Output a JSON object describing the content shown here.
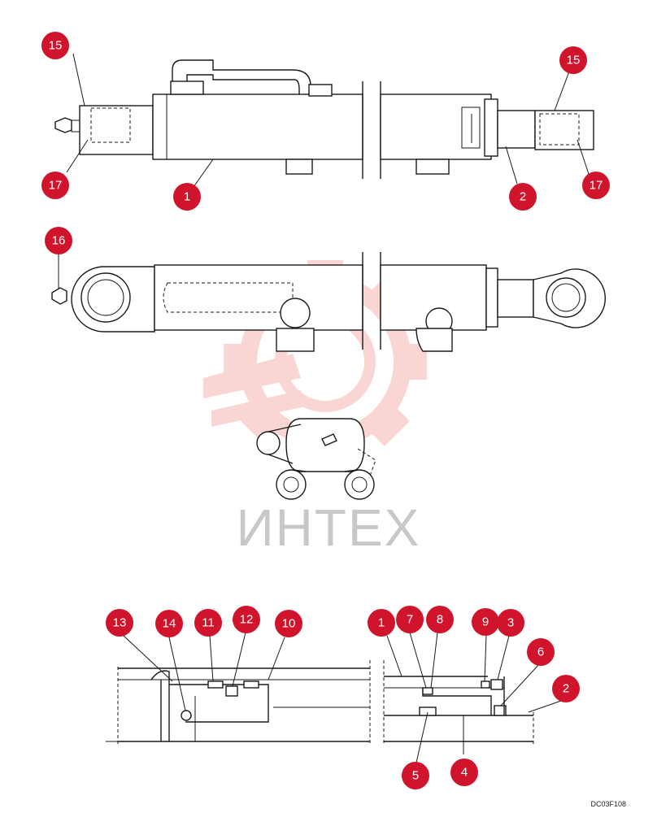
{
  "watermark": {
    "text": "ИНТЕХ",
    "color": "#e8453c"
  },
  "drawing_code": "DC03F108",
  "callout_color": "#d0142c",
  "callouts": {
    "top_15_left": "15",
    "top_17_left": "17",
    "top_1": "1",
    "top_15_right": "15",
    "top_2": "2",
    "top_17_right": "17",
    "mid_16": "16",
    "det_13": "13",
    "det_14": "14",
    "det_11": "11",
    "det_12": "12",
    "det_10": "10",
    "det_1": "1",
    "det_7": "7",
    "det_8": "8",
    "det_9": "9",
    "det_3": "3",
    "det_6": "6",
    "det_2": "2",
    "det_5": "5",
    "det_4": "4"
  }
}
